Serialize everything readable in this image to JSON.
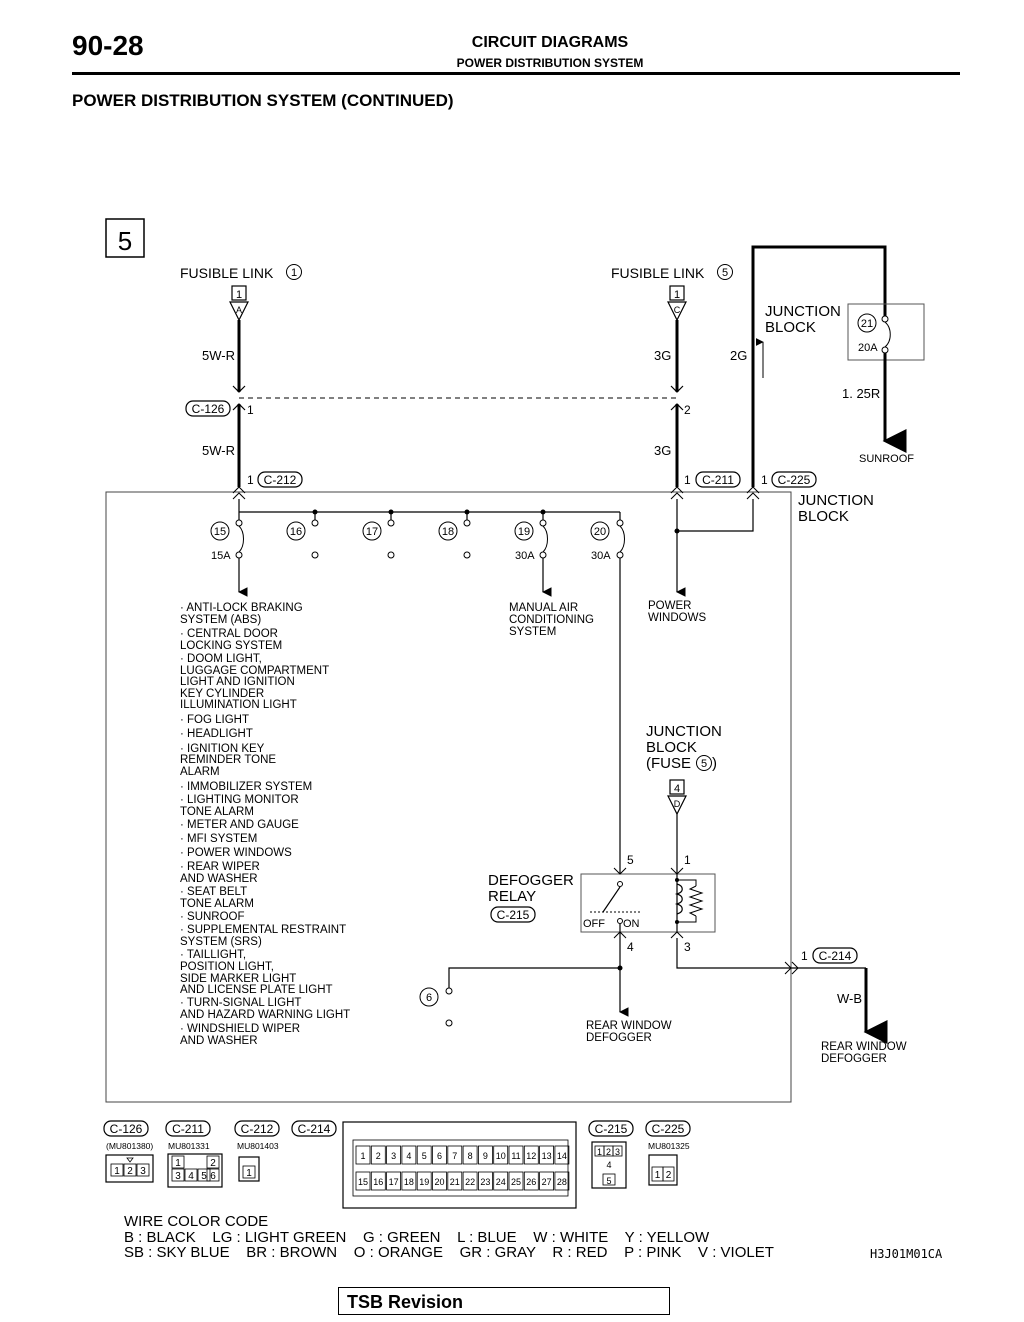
{
  "header": {
    "page_number": "90-28",
    "title": "CIRCUIT DIAGRAMS",
    "subtitle": "POWER DISTRIBUTION SYSTEM"
  },
  "section_title": "POWER DISTRIBUTION SYSTEM (CONTINUED)",
  "diagram": {
    "page_marker": "5",
    "fusible_link_1": {
      "label": "FUSIBLE LINK",
      "num": "1",
      "terminal": "1",
      "pin": "A"
    },
    "fusible_link_5": {
      "label": "FUSIBLE LINK",
      "num": "5",
      "terminal": "1",
      "pin": "C"
    },
    "wire_5wr": "5W-R",
    "wire_3g": "3G",
    "wire_2g": "2G",
    "wire_125r": "1. 25R",
    "wire_wb": "W-B",
    "junction_block_top": {
      "line1": "JUNCTION",
      "line2": "BLOCK",
      "fuse_num": "21",
      "amp": "20A"
    },
    "sunroof": "SUNROOF",
    "c126": {
      "label": "C-126",
      "pin": "1"
    },
    "c126_pin2": "2",
    "c212": {
      "pin": "1",
      "label": "C-212"
    },
    "c211": {
      "pin": "1",
      "label": "C-211"
    },
    "c225": {
      "pin": "1",
      "label": "C-225"
    },
    "junction_block_main": {
      "line1": "JUNCTION",
      "line2": "BLOCK"
    },
    "fuses": [
      {
        "num": "15",
        "amp": "15A"
      },
      {
        "num": "16",
        "amp": ""
      },
      {
        "num": "17",
        "amp": ""
      },
      {
        "num": "18",
        "amp": ""
      },
      {
        "num": "19",
        "amp": "30A"
      },
      {
        "num": "20",
        "amp": "30A"
      }
    ],
    "fuse_6": "6",
    "loads_list": [
      "· ANTI-LOCK BRAKING",
      "  SYSTEM (ABS)",
      "· CENTRAL DOOR",
      "  LOCKING SYSTEM",
      "· DOOM LIGHT,",
      "  LUGGAGE COMPARTMENT",
      "  LIGHT AND IGNITION",
      "  KEY CYLINDER",
      "  ILLUMINATION LIGHT",
      "· FOG LIGHT",
      "· HEADLIGHT",
      "· IGNITION KEY",
      "  REMINDER TONE",
      "  ALARM",
      "· IMMOBILIZER SYSTEM",
      "· LIGHTING MONITOR",
      "  TONE ALARM",
      "· METER AND GAUGE",
      "· MFI SYSTEM",
      "· POWER WINDOWS",
      "· REAR WIPER",
      "  AND WASHER",
      "· SEAT BELT",
      "  TONE ALARM",
      "· SUNROOF",
      "· SUPPLEMENTAL RESTRAINT",
      "  SYSTEM (SRS)",
      "· TAILLIGHT,",
      "  POSITION LIGHT,",
      "  SIDE MARKER LIGHT",
      "  AND LICENSE PLATE LIGHT",
      "· TURN-SIGNAL LIGHT",
      "  AND HAZARD WARNING LIGHT",
      "· WINDSHIELD WIPER",
      "  AND WASHER"
    ],
    "manual_ac": [
      "MANUAL AIR",
      "CONDITIONING",
      "SYSTEM"
    ],
    "power_windows": [
      "POWER",
      "WINDOWS"
    ],
    "junction_fuse5": {
      "line1": "JUNCTION",
      "line2": "BLOCK",
      "line3": "(FUSE",
      "num": "5",
      "close": ")",
      "terminal": "4",
      "pin": "D"
    },
    "defogger_relay": {
      "line1": "DEFOGGER",
      "line2": "RELAY",
      "conn": "C-215",
      "off": "OFF",
      "on": "ON",
      "pins": [
        "5",
        "1",
        "4",
        "3"
      ]
    },
    "rear_defogger_internal": [
      "REAR WINDOW",
      "DEFOGGER"
    ],
    "c214": {
      "pin": "1",
      "label": "C-214"
    },
    "rear_defogger_external": [
      "REAR WINDOW",
      "DEFOGGER"
    ]
  },
  "connectors": [
    {
      "label": "C-126",
      "part": "(MU801380)",
      "pins": [
        "1",
        "2",
        "3"
      ]
    },
    {
      "label": "C-211",
      "part": "MU801331",
      "pins": [
        "1",
        "2",
        "3",
        "4",
        "5",
        "6"
      ]
    },
    {
      "label": "C-212",
      "part": "MU801403",
      "pins": [
        "1"
      ]
    },
    {
      "label": "C-214",
      "part": "",
      "pins_row1": [
        "1",
        "2",
        "3",
        "4",
        "5",
        "6",
        "7",
        "8",
        "9",
        "10",
        "11",
        "12",
        "13",
        "14"
      ],
      "pins_row2": [
        "15",
        "16",
        "17",
        "18",
        "19",
        "20",
        "21",
        "22",
        "23",
        "24",
        "25",
        "26",
        "27",
        "28"
      ]
    },
    {
      "label": "C-215",
      "part": "",
      "pins": [
        "1",
        "2",
        "3",
        "4",
        "5"
      ]
    },
    {
      "label": "C-225",
      "part": "MU801325",
      "pins": [
        "1",
        "2"
      ]
    }
  ],
  "wire_color_code": {
    "title": "WIRE COLOR CODE",
    "line1": "B : BLACK    LG : LIGHT GREEN    G : GREEN    L : BLUE    W : WHITE    Y : YELLOW",
    "line2": "SB : SKY BLUE    BR : BROWN    O : ORANGE    GR : GRAY    R : RED    P : PINK    V : VIOLET"
  },
  "ref_code": "H3J01M01CA",
  "footer": {
    "tsb": "TSB Revision"
  }
}
